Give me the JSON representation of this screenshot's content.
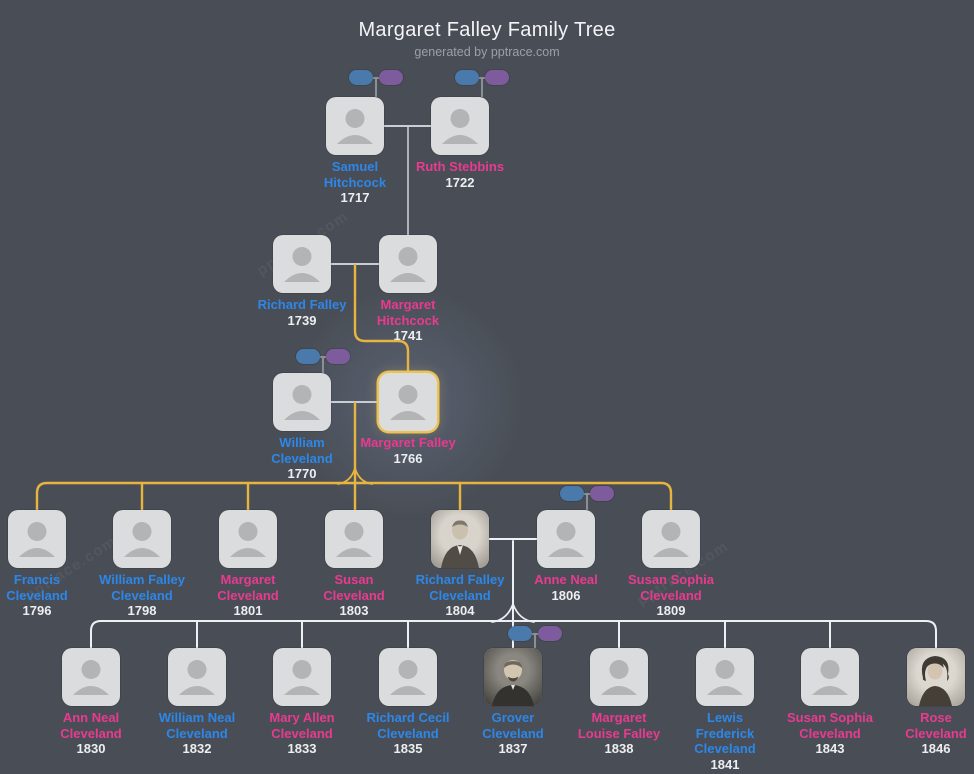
{
  "header": {
    "title": "Margaret Falley Family Tree",
    "subtitle": "generated by pptrace.com"
  },
  "watermark": {
    "text": "pptrace.com"
  },
  "colors": {
    "background": "#494e56",
    "male_name": "#2d87e8",
    "female_name": "#e93a90",
    "year_text": "#eceef0",
    "ancestor_line": "#e8b440",
    "family_line": "#cdd2d8",
    "descendant_line": "#eef0f3",
    "highlight_border": "#edc254",
    "father_pill": "#497aab",
    "mother_pill": "#7d5b9c",
    "card_fill": "#dbdcdd"
  },
  "people": [
    {
      "id": "samuel-hitchcock",
      "name": "Samuel Hitchcock",
      "year": "1717",
      "sex": "male",
      "photo": null,
      "parent_pills": true,
      "highlighted": false
    },
    {
      "id": "ruth-stebbins",
      "name": "Ruth Stebbins",
      "year": "1722",
      "sex": "female",
      "photo": null,
      "parent_pills": true,
      "highlighted": false
    },
    {
      "id": "richard-falley",
      "name": "Richard Falley",
      "year": "1739",
      "sex": "male",
      "photo": null,
      "parent_pills": false,
      "highlighted": false
    },
    {
      "id": "margaret-hitchcock",
      "name": "Margaret Hitchcock",
      "year": "1741",
      "sex": "female",
      "photo": null,
      "parent_pills": false,
      "highlighted": false
    },
    {
      "id": "william-cleveland",
      "name": "William Cleveland",
      "year": "1770",
      "sex": "male",
      "photo": null,
      "parent_pills": true,
      "highlighted": false
    },
    {
      "id": "margaret-falley",
      "name": "Margaret Falley",
      "year": "1766",
      "sex": "female",
      "photo": null,
      "parent_pills": false,
      "highlighted": true
    },
    {
      "id": "francis-cleveland",
      "name": "Francis Cleveland",
      "year": "1796",
      "sex": "male",
      "photo": null,
      "parent_pills": false,
      "highlighted": false
    },
    {
      "id": "william-falley-cleveland",
      "name": "William Falley Cleveland",
      "year": "1798",
      "sex": "male",
      "photo": null,
      "parent_pills": false,
      "highlighted": false
    },
    {
      "id": "margaret-cleveland",
      "name": "Margaret Cleveland",
      "year": "1801",
      "sex": "female",
      "photo": null,
      "parent_pills": false,
      "highlighted": false
    },
    {
      "id": "susan-cleveland",
      "name": "Susan Cleveland",
      "year": "1803",
      "sex": "female",
      "photo": null,
      "parent_pills": false,
      "highlighted": false
    },
    {
      "id": "richard-falley-cleveland",
      "name": "Richard Falley Cleveland",
      "year": "1804",
      "sex": "male",
      "photo": "vintage-man-light",
      "parent_pills": false,
      "highlighted": false
    },
    {
      "id": "anne-neal",
      "name": "Anne Neal",
      "year": "1806",
      "sex": "female",
      "photo": null,
      "parent_pills": true,
      "highlighted": false
    },
    {
      "id": "susan-sophia-cleveland",
      "name": "Susan Sophia Cleveland",
      "year": "1809",
      "sex": "female",
      "photo": null,
      "parent_pills": false,
      "highlighted": false
    },
    {
      "id": "ann-neal-cleveland",
      "name": "Ann Neal Cleveland",
      "year": "1830",
      "sex": "female",
      "photo": null,
      "parent_pills": false,
      "highlighted": false
    },
    {
      "id": "william-neal-cleveland",
      "name": "William Neal Cleveland",
      "year": "1832",
      "sex": "male",
      "photo": null,
      "parent_pills": false,
      "highlighted": false
    },
    {
      "id": "mary-allen-cleveland",
      "name": "Mary Allen Cleveland",
      "year": "1833",
      "sex": "female",
      "photo": null,
      "parent_pills": false,
      "highlighted": false
    },
    {
      "id": "richard-cecil-cleveland",
      "name": "Richard Cecil Cleveland",
      "year": "1835",
      "sex": "male",
      "photo": null,
      "parent_pills": false,
      "highlighted": false
    },
    {
      "id": "grover-cleveland",
      "name": "Grover Cleveland",
      "year": "1837",
      "sex": "male",
      "photo": "vintage-man-dark",
      "parent_pills": true,
      "highlighted": false
    },
    {
      "id": "margaret-louise-falley",
      "name": "Margaret Louise Falley",
      "year": "1838",
      "sex": "female",
      "photo": null,
      "parent_pills": false,
      "highlighted": false
    },
    {
      "id": "lewis-frederick-cleveland",
      "name": "Lewis Frederick Cleveland",
      "year": "1841",
      "sex": "male",
      "photo": null,
      "parent_pills": false,
      "highlighted": false
    },
    {
      "id": "susan-sophia-cleveland-2",
      "name": "Susan Sophia Cleveland",
      "year": "1843",
      "sex": "female",
      "photo": null,
      "parent_pills": false,
      "highlighted": false
    },
    {
      "id": "rose-cleveland",
      "name": "Rose Cleveland",
      "year": "1846",
      "sex": "female",
      "photo": "vintage-woman-light",
      "parent_pills": false,
      "highlighted": false
    }
  ]
}
